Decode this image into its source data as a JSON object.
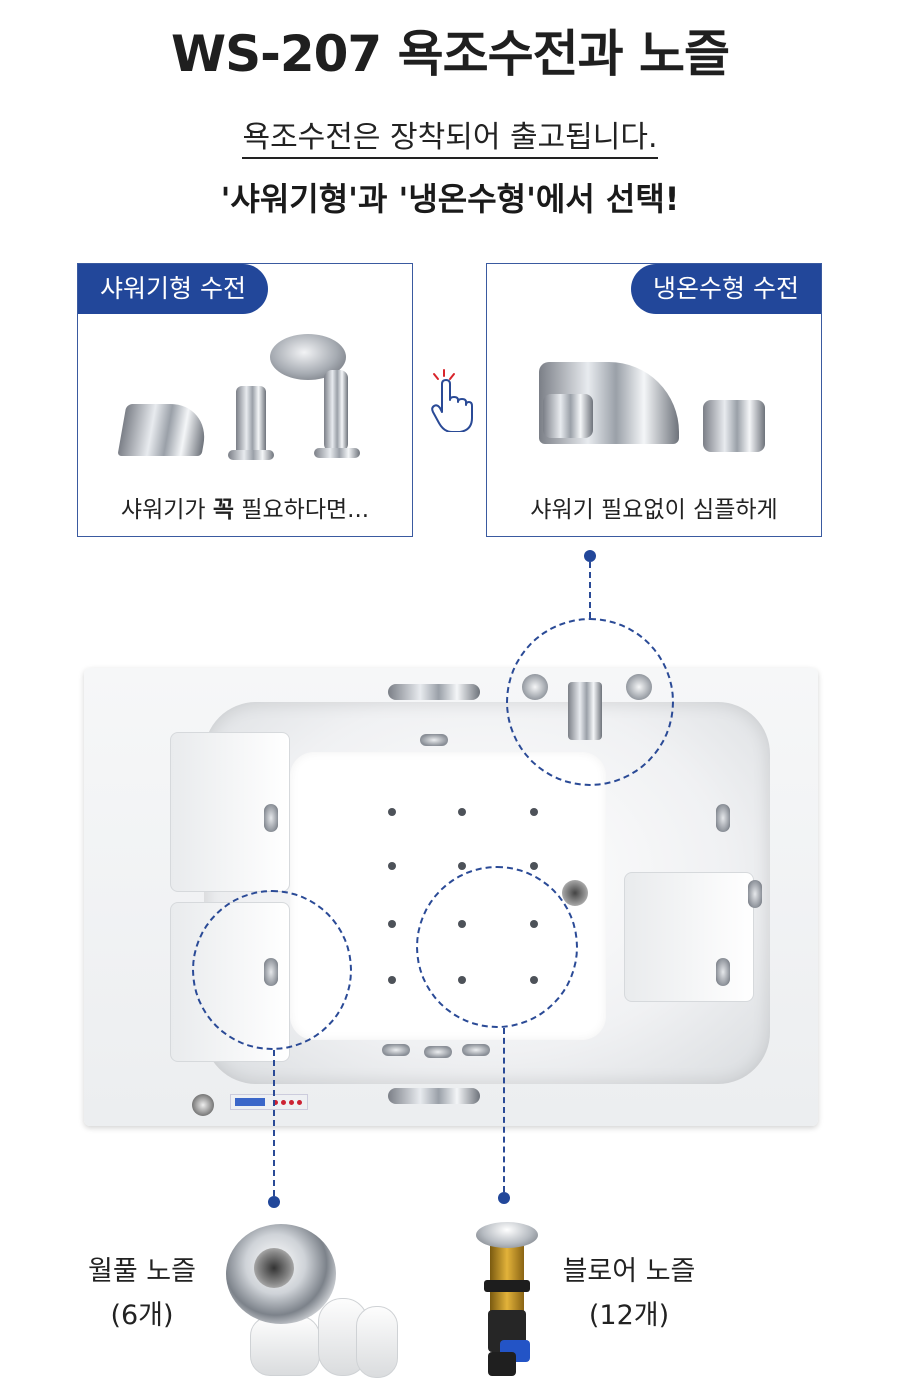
{
  "header": {
    "title": "WS-207 욕조수전과 노즐",
    "subtitle": "욕조수전은 장착되어 출고됩니다.",
    "choice_line": "'샤워기형'과 '냉온수형'에서 선택!"
  },
  "options": [
    {
      "tag": "샤워기형 수전",
      "caption_pre": "샤워기가 ",
      "caption_bold": "꼭",
      "caption_post": " 필요하다면..."
    },
    {
      "tag": "냉온수형 수전",
      "caption": "샤워기 필요없이 심플하게"
    }
  ],
  "nozzles": [
    {
      "name": "월풀 노즐",
      "count": "(6개)"
    },
    {
      "name": "블로어 노즐",
      "count": "(12개)"
    }
  ],
  "icons": {
    "pointer": "hand-pointer-icon"
  },
  "colors": {
    "accent": "#22479a",
    "dashed": "#2a4a96"
  }
}
